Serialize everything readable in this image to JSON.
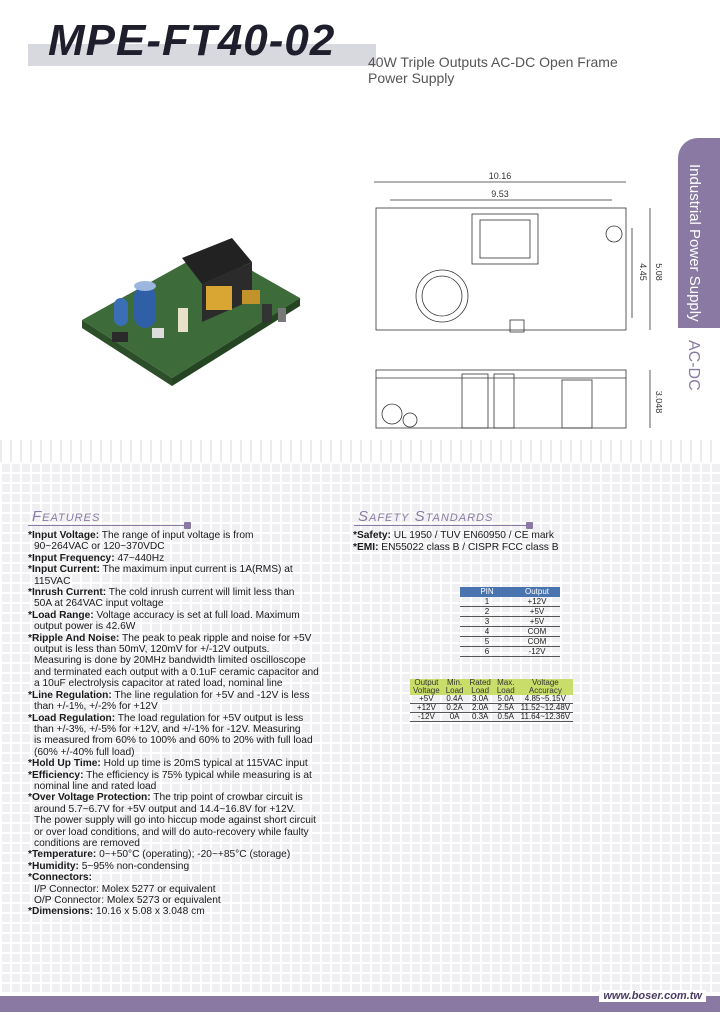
{
  "header": {
    "model": "MPE-FT40-02",
    "subtitle_line1": "40W Triple Outputs AC-DC Open Frame",
    "subtitle_line2": "Power Supply"
  },
  "side": {
    "category": "Industrial Power Supply",
    "type": "AC-DC"
  },
  "drawing": {
    "dim_length": "10.16",
    "dim_inner": "9.53",
    "dim_width_inner": "4.45",
    "dim_width": "5.08",
    "dim_height": "3.048"
  },
  "features": {
    "title": "Features",
    "items": [
      {
        "label": "*Input Voltage:",
        "text": " The range of input voltage is from",
        "cont": [
          "90~264VAC or 120~370VDC"
        ]
      },
      {
        "label": "*Input Frequency:",
        "text": " 47~440Hz",
        "cont": []
      },
      {
        "label": "*Input Current:",
        "text": " The maximum input current is 1A(RMS) at",
        "cont": [
          "115VAC"
        ]
      },
      {
        "label": "*Inrush Current:",
        "text": " The cold inrush current will limit less than",
        "cont": [
          "50A at 264VAC input voltage"
        ]
      },
      {
        "label": "*Load Range:",
        "text": " Voltage accuracy is set at full load. Maximum",
        "cont": [
          "output power is 42.6W"
        ]
      },
      {
        "label": "*Ripple And Noise:",
        "text": " The peak to peak ripple and noise for +5V",
        "cont": [
          "output is less than 50mV, 120mV for +/-12V outputs.",
          "Measuring is done by 20MHz bandwidth limited oscilloscope",
          "and terminated each output with a 0.1uF ceramic capacitor and",
          "a 10uF electrolysis capacitor at rated load, nominal line"
        ]
      },
      {
        "label": "*Line Regulation:",
        "text": " The line regulation for +5V and -12V is less",
        "cont": [
          "than +/-1%, +/-2% for +12V"
        ]
      },
      {
        "label": "*Load Regulation:",
        "text": " The load regulation for +5V output is less",
        "cont": [
          "than +/-3%, +/-5% for +12V, and +/-1% for -12V. Measuring",
          "is measured from 60% to 100% and 60% to 20% with full load",
          "(60% +/-40% full load)"
        ]
      },
      {
        "label": "*Hold Up Time:",
        "text": " Hold up time is 20mS typical at 115VAC input",
        "cont": []
      },
      {
        "label": "*Efficiency:",
        "text": " The efficiency is 75% typical while measuring is at",
        "cont": [
          "nominal line and rated load"
        ]
      },
      {
        "label": "*Over Voltage Protection:",
        "text": " The trip point of crowbar circuit is",
        "cont": [
          "around 5.7~6.7V for +5V output and 14.4~16.8V for +12V.",
          "The power supply will go into hiccup mode against short circuit",
          "or over load conditions, and will do auto-recovery while faulty",
          "conditions are removed"
        ]
      },
      {
        "label": "*Temperature:",
        "text": " 0~+50°C (operating); -20~+85°C (storage)",
        "cont": []
      },
      {
        "label": "*Humidity:",
        "text": " 5~95% non-condensing",
        "cont": []
      },
      {
        "label": "*Connectors:",
        "text": "",
        "cont": [
          "I/P Connector: Molex 5277 or equivalent",
          "O/P Connector: Molex 5273 or equivalent"
        ]
      },
      {
        "label": "*Dimensions:",
        "text": " 10.16 x 5.08 x 3.048 cm",
        "cont": []
      }
    ]
  },
  "safety": {
    "title": "Safety Standards",
    "lines": [
      {
        "label": "*Safety:",
        "text": " UL 1950 / TUV EN60950 / CE mark"
      },
      {
        "label": "*EMI:",
        "text": " EN55022 class B / CISPR FCC class B"
      }
    ]
  },
  "pin_table": {
    "headers": [
      "PIN",
      "Output"
    ],
    "rows": [
      [
        "1",
        "+12V"
      ],
      [
        "2",
        "+5V"
      ],
      [
        "3",
        "+5V"
      ],
      [
        "4",
        "COM"
      ],
      [
        "5",
        "COM"
      ],
      [
        "6",
        "-12V"
      ]
    ]
  },
  "output_table": {
    "headers": [
      [
        "Output",
        "Voltage"
      ],
      [
        "Min.",
        "Load"
      ],
      [
        "Rated",
        "Load"
      ],
      [
        "Max.",
        "Load"
      ],
      [
        "Voltage",
        "Accuracy"
      ]
    ],
    "rows": [
      [
        "+5V",
        "0.4A",
        "3.0A",
        "5.0A",
        "4.85~5.15V"
      ],
      [
        "+12V",
        "0.2A",
        "2.0A",
        "2.5A",
        "11.52~12.48V"
      ],
      [
        "-12V",
        "0A",
        "0.3A",
        "0.5A",
        "11.64~12.36V"
      ]
    ]
  },
  "footer": {
    "url": "www.boser.com.tw"
  },
  "colors": {
    "accent": "#8a7aa3",
    "pin_header": "#4a74b0",
    "output_header": "#c8dd6a"
  }
}
